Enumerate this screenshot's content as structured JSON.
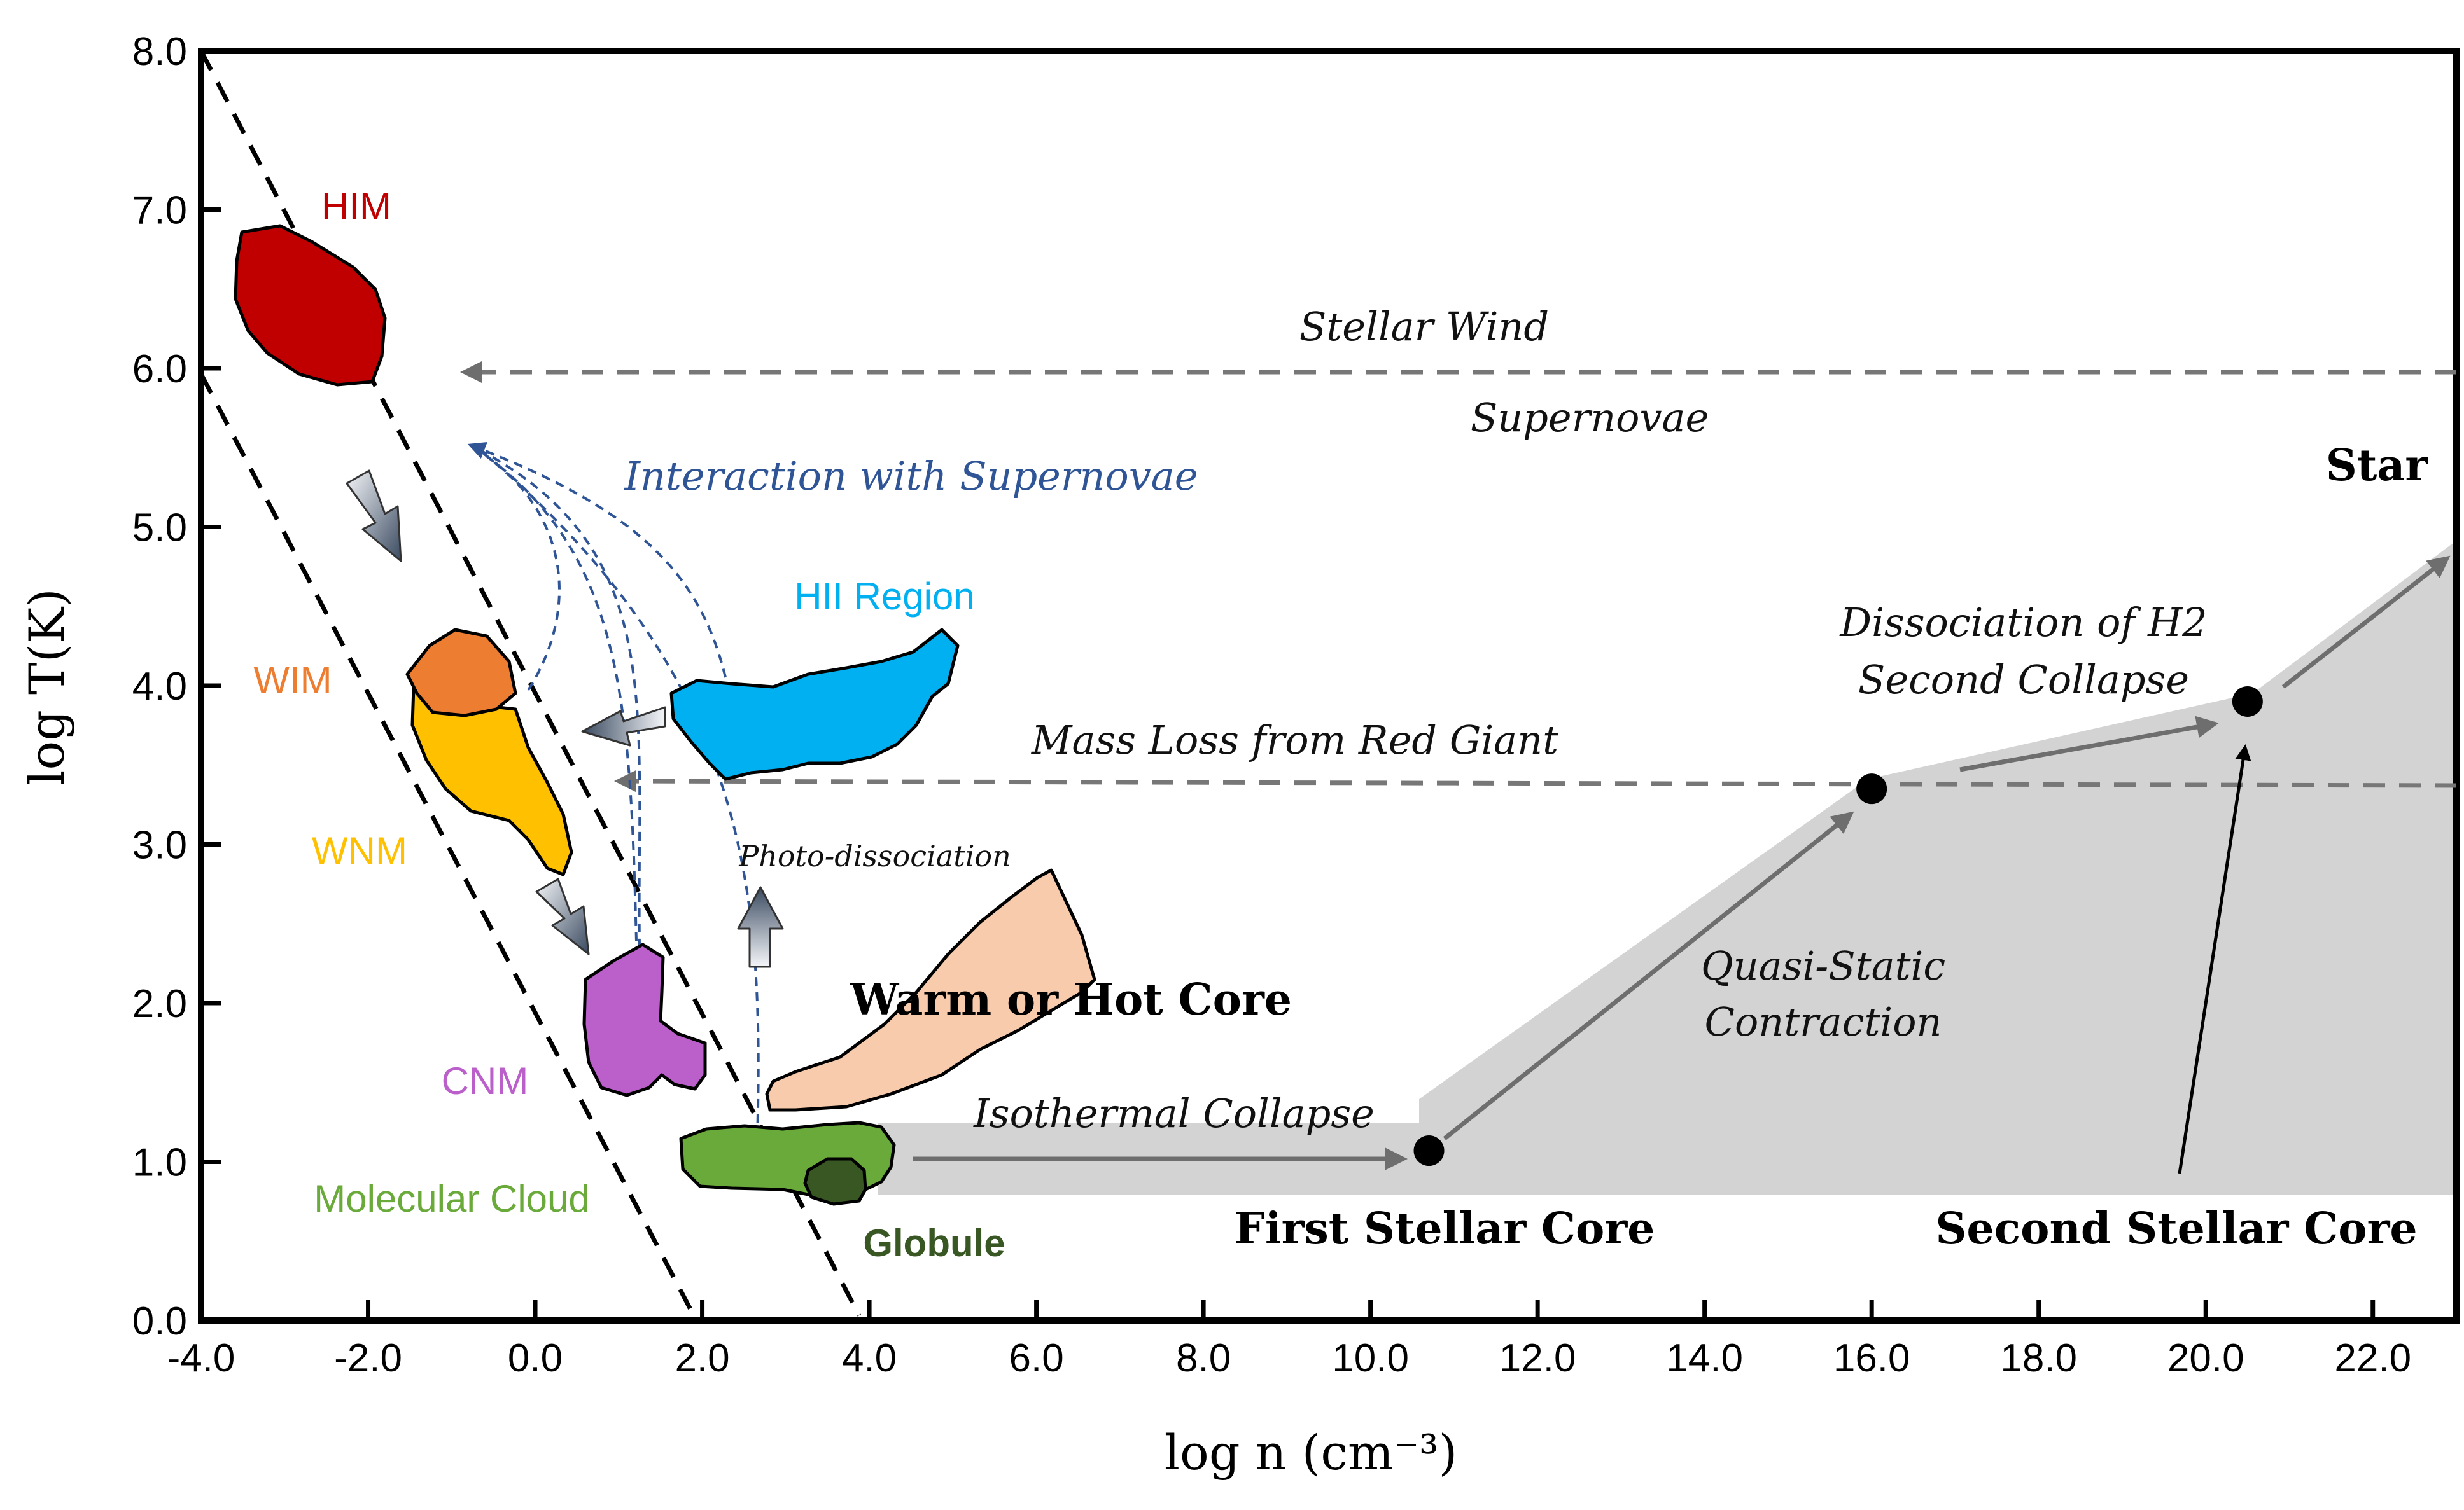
{
  "chart_data": {
    "type": "scatter",
    "xlabel": "log n (cm⁻³)",
    "ylabel": "log T(K)",
    "xlim": [
      -4,
      23
    ],
    "ylim": [
      0,
      8
    ],
    "x_ticks": [
      "-4.0",
      "-2.0",
      "0.0",
      "2.0",
      "4.0",
      "6.0",
      "8.0",
      "10.0",
      "12.0",
      "14.0",
      "16.0",
      "18.0",
      "20.0",
      "22.0"
    ],
    "y_ticks": [
      "0.0",
      "1.0",
      "2.0",
      "3.0",
      "4.0",
      "5.0",
      "6.0",
      "7.0",
      "8.0"
    ],
    "grid": false,
    "regions": [
      {
        "label": "HIM",
        "color": "#c00000"
      },
      {
        "label": "WIM",
        "color": "#ed7d31"
      },
      {
        "label": "WNM",
        "color": "#ffc000"
      },
      {
        "label": "CNM",
        "color": "#bb5fcb"
      },
      {
        "label": "Molecular Cloud",
        "color": "#6aaa3a"
      },
      {
        "label": "Globule",
        "color": "#385723"
      },
      {
        "label": "HII Region",
        "color": "#00b0f0"
      },
      {
        "label": "Warm or Hot Core",
        "color": "#f8cbad"
      }
    ],
    "stellar_points": [
      {
        "label": "First Stellar Core",
        "x": 10.7,
        "y": 1.07
      },
      {
        "label": "",
        "x": 16.0,
        "y": 3.35
      },
      {
        "label": "",
        "x": 20.5,
        "y": 3.9
      },
      {
        "label": "Second Stellar Core",
        "x": 20.5,
        "y": 0.8
      }
    ],
    "annotations": [
      "Stellar Wind",
      "Supernovae",
      "Interaction with Supernovae",
      "Mass Loss from Red Giant",
      "Photo-dissociation",
      "Isothermal Collapse",
      "Quasi-Static",
      "Contraction",
      "Dissociation of H2",
      "Second Collapse",
      "Star"
    ],
    "colors": {
      "evolution_shade": "#d0d0d0",
      "dashed_gray": "#777777",
      "interaction_blue": "#2f5597"
    }
  }
}
